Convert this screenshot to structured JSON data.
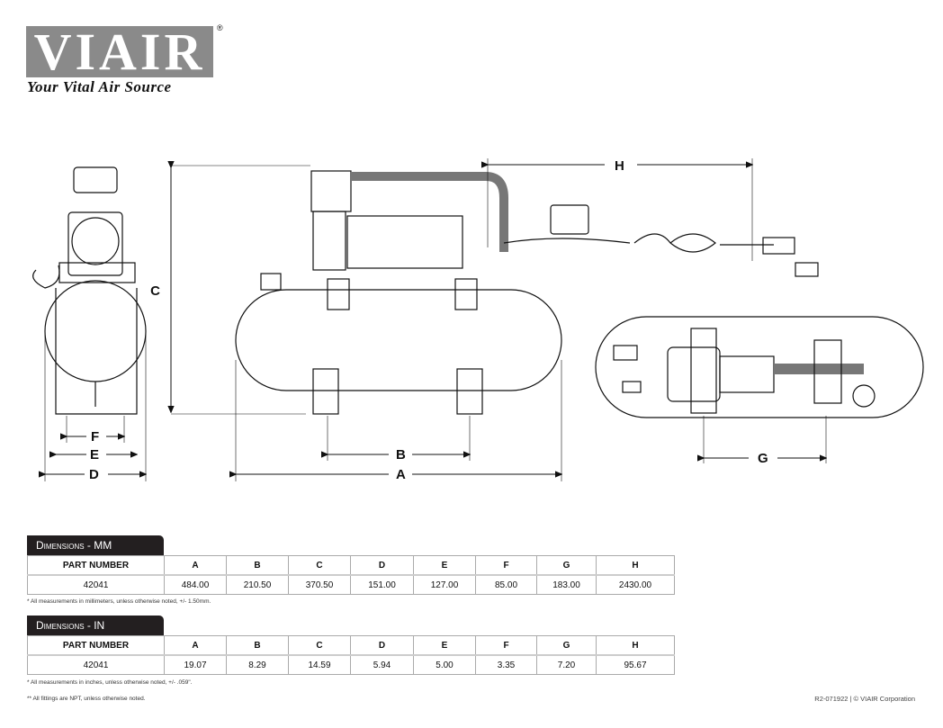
{
  "brand": {
    "logo": "VIAIR",
    "registered": "®",
    "tagline": "Your Vital Air Source"
  },
  "diagram": {
    "labels": {
      "A": "A",
      "B": "B",
      "C": "C",
      "D": "D",
      "E": "E",
      "F": "F",
      "G": "G",
      "H": "H"
    }
  },
  "tables": [
    {
      "title": "Dimensions - MM",
      "headers": [
        "PART NUMBER",
        "A",
        "B",
        "C",
        "D",
        "E",
        "F",
        "G",
        "H"
      ],
      "row": [
        "42041",
        "484.00",
        "210.50",
        "370.50",
        "151.00",
        "127.00",
        "85.00",
        "183.00",
        "2430.00"
      ],
      "note": "* All measurements in millimeters, unless otherwise noted, +/- 1.50mm."
    },
    {
      "title": "Dimensions - IN",
      "headers": [
        "PART NUMBER",
        "A",
        "B",
        "C",
        "D",
        "E",
        "F",
        "G",
        "H"
      ],
      "row": [
        "42041",
        "19.07",
        "8.29",
        "14.59",
        "5.94",
        "5.00",
        "3.35",
        "7.20",
        "95.67"
      ],
      "note": "* All measurements in inches, unless otherwise noted, +/- .059\"."
    }
  ],
  "fittings_note": "** All fittings are NPT, unless otherwise noted.",
  "footer": "R2-071922 | © VIAIR Corporation"
}
